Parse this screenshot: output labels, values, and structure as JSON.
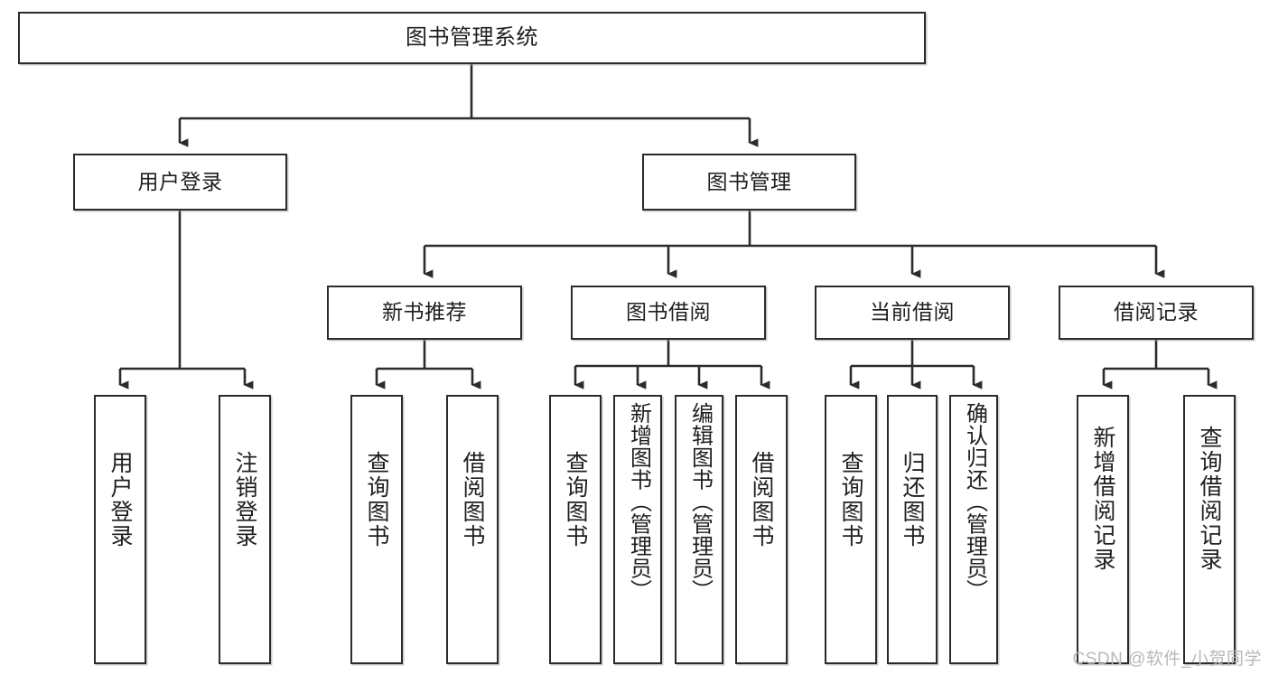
{
  "diagram": {
    "title": "图书管理系统",
    "type": "hierarchy-tree",
    "watermark": "CSDN @软件_小贺同学",
    "colors": {
      "box_border": "#2b2b2b",
      "box_fill": "#ffffff",
      "connector": "#2b2b2b",
      "text": "#1f1f1f",
      "watermark": "#b8b8b8"
    },
    "levels": {
      "level1": [
        {
          "id": "root",
          "label": "图书管理系统"
        }
      ],
      "level2": [
        {
          "id": "user-login",
          "label": "用户登录"
        },
        {
          "id": "book-manage",
          "label": "图书管理"
        }
      ],
      "level3": [
        {
          "id": "new-book-rec",
          "label": "新书推荐"
        },
        {
          "id": "book-borrow",
          "label": "图书借阅"
        },
        {
          "id": "current-borrow",
          "label": "当前借阅"
        },
        {
          "id": "borrow-record",
          "label": "借阅记录"
        }
      ],
      "level4": [
        {
          "id": "leaf-user-login",
          "label": "用户登录",
          "parent": "user-login"
        },
        {
          "id": "leaf-logout",
          "label": "注销登录",
          "parent": "user-login"
        },
        {
          "id": "leaf-query-book-1",
          "label": "查询图书",
          "parent": "new-book-rec"
        },
        {
          "id": "leaf-borrow-book-1",
          "label": "借阅图书",
          "parent": "new-book-rec"
        },
        {
          "id": "leaf-query-book-2",
          "label": "查询图书",
          "parent": "book-borrow"
        },
        {
          "id": "leaf-add-book",
          "label": "新增图书（管理员）",
          "parent": "book-borrow"
        },
        {
          "id": "leaf-edit-book",
          "label": "编辑图书（管理员）",
          "parent": "book-borrow"
        },
        {
          "id": "leaf-borrow-book-2",
          "label": "借阅图书",
          "parent": "book-borrow"
        },
        {
          "id": "leaf-query-book-3",
          "label": "查询图书",
          "parent": "current-borrow"
        },
        {
          "id": "leaf-return-book",
          "label": "归还图书",
          "parent": "current-borrow"
        },
        {
          "id": "leaf-confirm-return",
          "label": "确认归还（管理员）",
          "parent": "current-borrow"
        },
        {
          "id": "leaf-add-record",
          "label": "新增借阅记录",
          "parent": "borrow-record"
        },
        {
          "id": "leaf-query-record",
          "label": "查询借阅记录",
          "parent": "borrow-record"
        }
      ]
    }
  }
}
